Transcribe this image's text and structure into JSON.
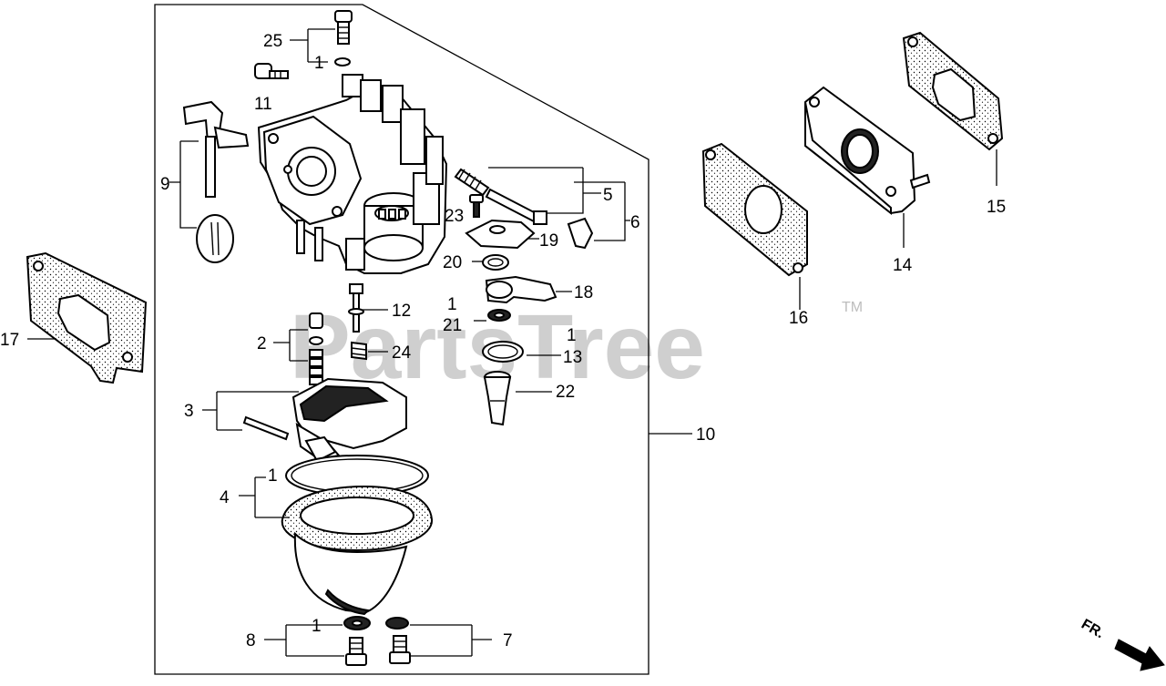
{
  "watermark": {
    "text": "PartsTree",
    "trademark": "TM"
  },
  "direction_indicator": {
    "text": "FR."
  },
  "callouts": {
    "c25": "25",
    "c1_top": "1",
    "c11": "11",
    "c9": "9",
    "c5": "5",
    "c6": "6",
    "c23": "23",
    "c19": "19",
    "c20": "20",
    "c18": "18",
    "c1_21": "1",
    "c21": "21",
    "c12": "12",
    "c2": "2",
    "c24": "24",
    "c1_13": "1",
    "c13": "13",
    "c22": "22",
    "c3": "3",
    "c10": "10",
    "c1_4": "1",
    "c4": "4",
    "c8": "8",
    "c1_8": "1",
    "c7": "7",
    "c17": "17",
    "c16": "16",
    "c14": "14",
    "c15": "15"
  }
}
